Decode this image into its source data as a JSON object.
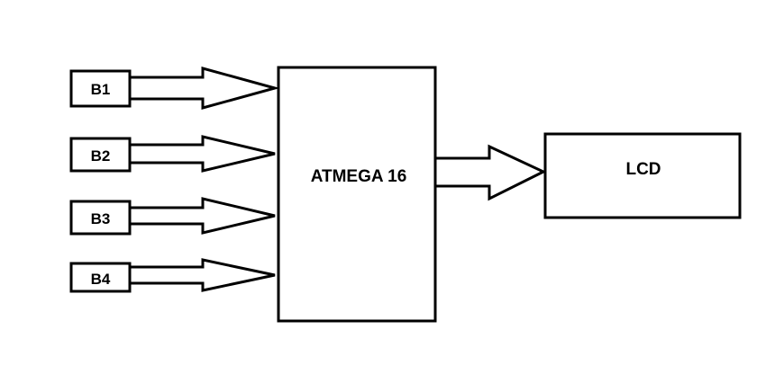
{
  "diagram": {
    "inputs": [
      {
        "id": "b1",
        "label": "B1"
      },
      {
        "id": "b2",
        "label": "B2"
      },
      {
        "id": "b3",
        "label": "B3"
      },
      {
        "id": "b4",
        "label": "B4"
      }
    ],
    "controller": {
      "label": "ATMEGA 16"
    },
    "output": {
      "label": "LCD"
    }
  },
  "colors": {
    "background": "#ffffff",
    "stroke": "#000000",
    "text": "#000000"
  }
}
